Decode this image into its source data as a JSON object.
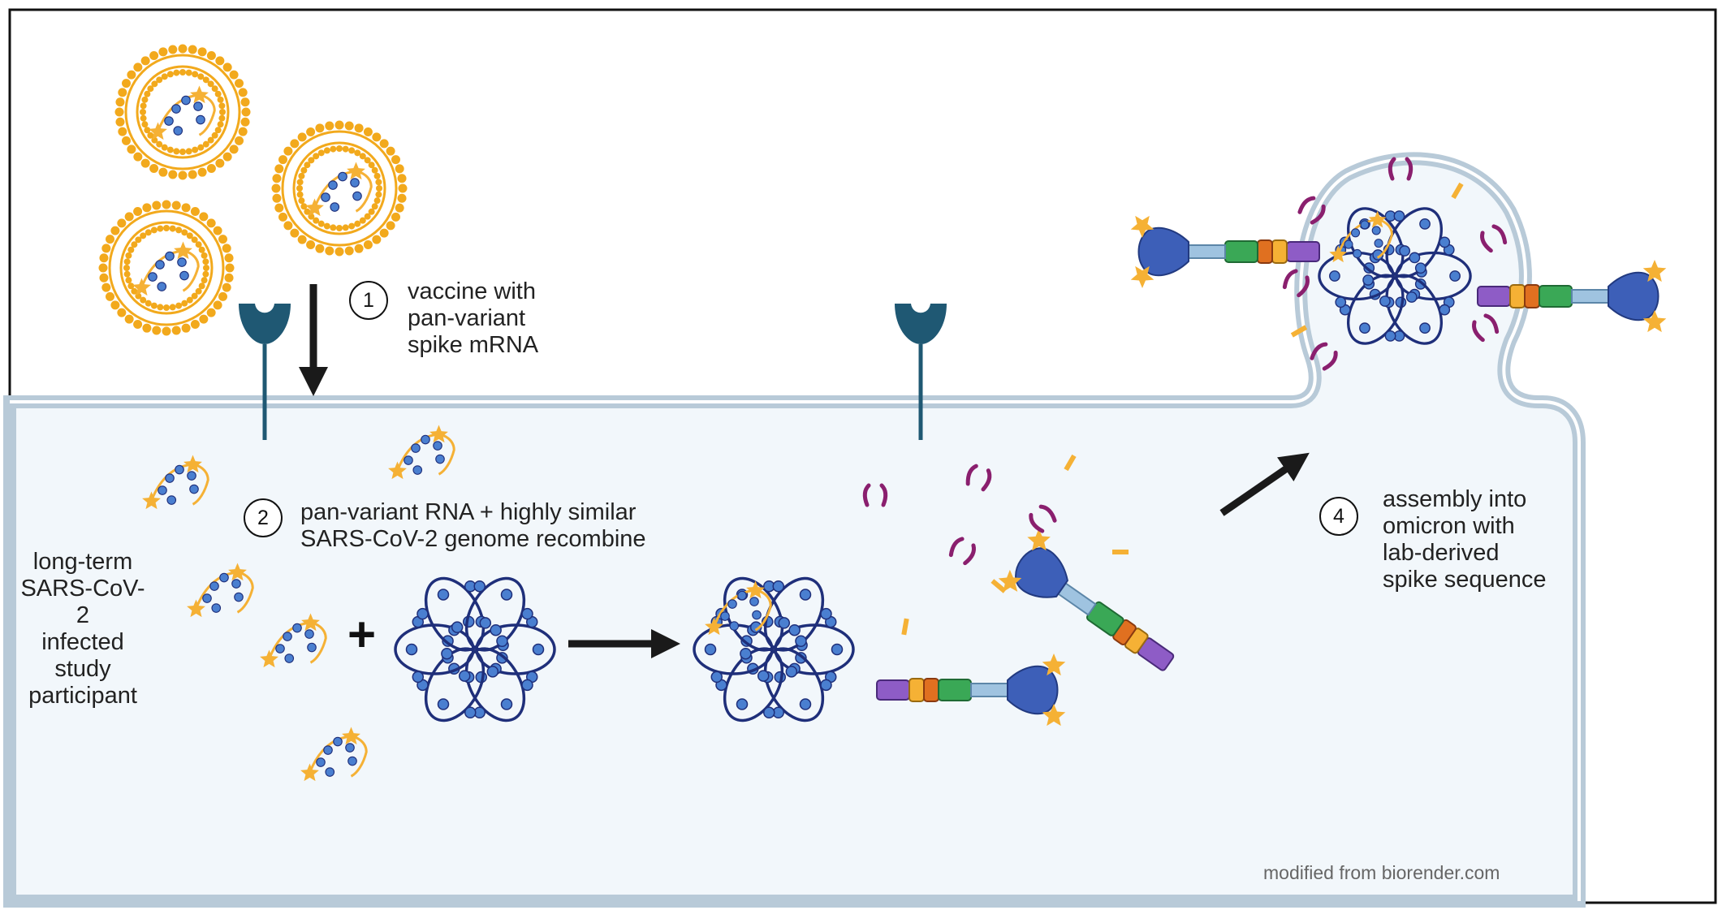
{
  "steps": [
    {
      "number": "1",
      "text": "vaccine with\npan-variant\nspike mRNA"
    },
    {
      "number": "2",
      "text": "pan-variant RNA + highly similar\nSARS-CoV-2 genome recombine"
    },
    {
      "number": "4",
      "text": "assembly into\nomicron with\nlab-derived\nspike sequence"
    }
  ],
  "participant_label": "long-term\nSARS-CoV-2\ninfected\nstudy\nparticipant",
  "plus_sign": "+",
  "credit": "modified from biorender.com",
  "colors": {
    "lipid": "#f2a91c",
    "rna_bead": "#4a7fd0",
    "rna_strand": "#1f2f7a",
    "star": "#f5b135",
    "receptor": "#1f5873",
    "cell_fill": "#f2f7fb",
    "membrane": "#b8cad8",
    "antibody": "#8a1f6e",
    "arrow": "#1a1a1a"
  }
}
